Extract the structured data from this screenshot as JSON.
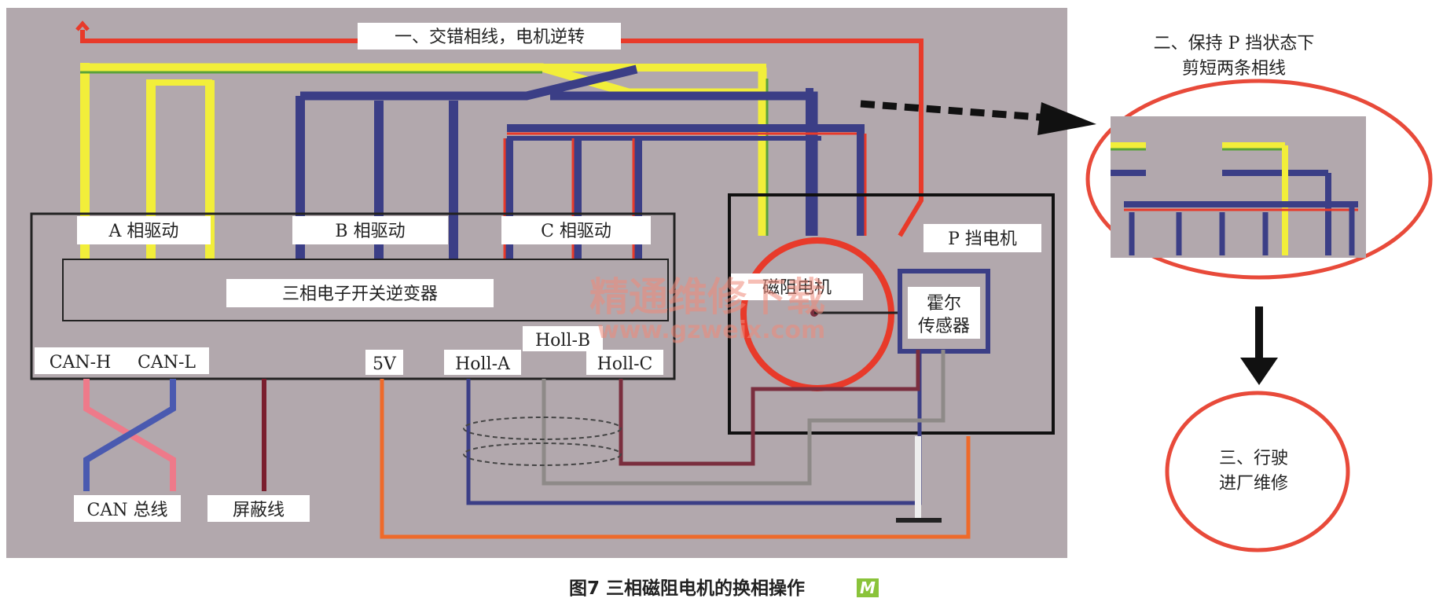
{
  "diagram": {
    "labels": {
      "step1": "一、交错相线，电机逆转",
      "step2_line1": "二、保持 P 挡状态下",
      "step2_line2": "剪短两条相线",
      "step3_line1": "三、行驶",
      "step3_line2": "进厂维修",
      "phase_a": "A 相驱动",
      "phase_b": "B 相驱动",
      "phase_c": "C 相驱动",
      "inverter": "三相电子开关逆变器",
      "can_h": "CAN-H",
      "can_l": "CAN-L",
      "v5": "5V",
      "holl_a": "Holl-A",
      "holl_b": "Holl-B",
      "holl_c": "Holl-C",
      "can_bus": "CAN 总线",
      "shield": "屏蔽线",
      "p_motor": "P 挡电机",
      "reluctance_motor": "磁阻电机",
      "hall_line1": "霍尔",
      "hall_line2": "传感器"
    },
    "caption": {
      "text": "图7 三相磁阻电机的换相操作",
      "badge": "M"
    },
    "watermark": {
      "text": "精通维修下载",
      "url": "www.gzweix.com"
    },
    "colors": {
      "background": "#b2a8ad",
      "phase_yellow": "#f2ee3a",
      "phase_blue": "#3b3e86",
      "wire_red": "#e83a2a",
      "wire_orange": "#ee6a2a",
      "hall_purple": "#7a2e3e",
      "hall_gray": "#8e8a88",
      "highlight_circle": "#e84a3a"
    }
  }
}
